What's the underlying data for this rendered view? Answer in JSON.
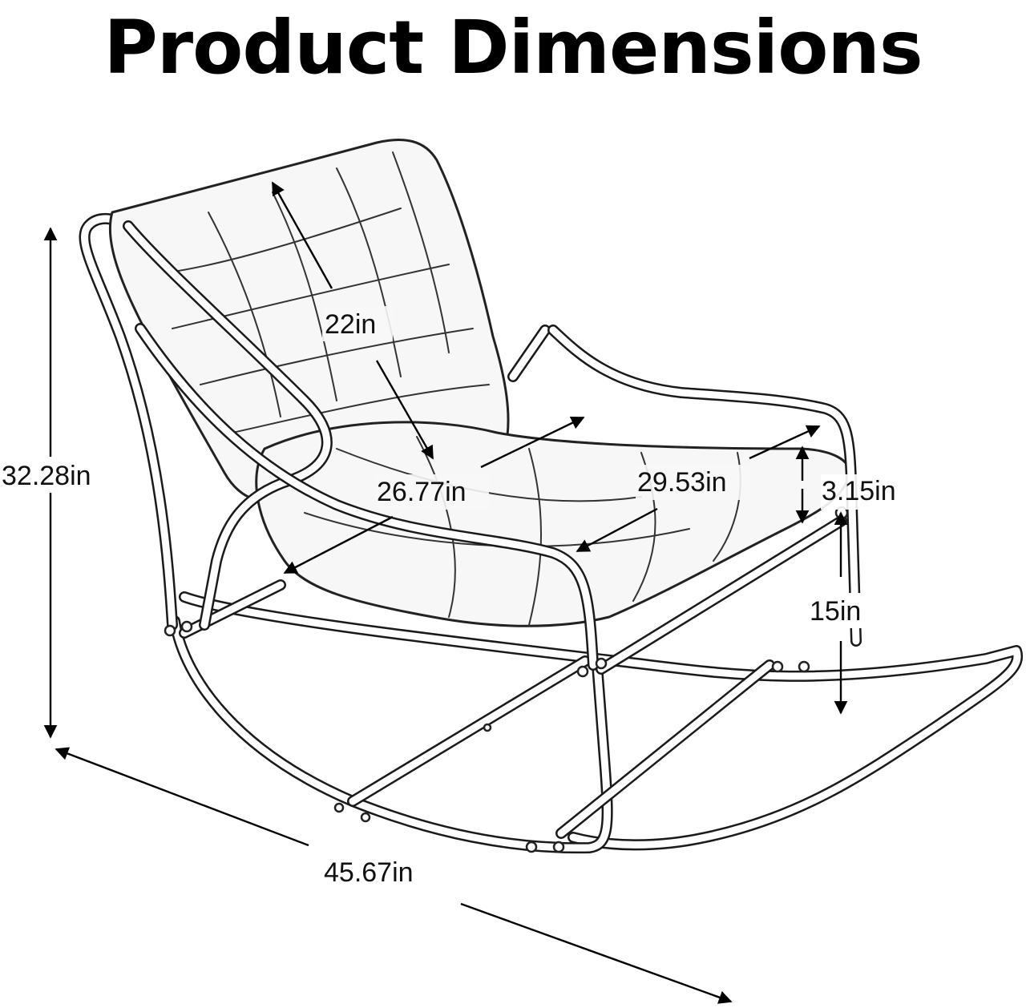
{
  "title": "Product Dimensions",
  "dimensions": {
    "total_height": "32.28in",
    "backrest_height": "22in",
    "seat_width": "26.77in",
    "seat_depth": "29.53in",
    "cushion_thickness": "3.15in",
    "seat_height": "15in",
    "total_length": "45.67in"
  },
  "icons": {
    "chair": "rocking-chair-illustration"
  },
  "colors": {
    "line": "#000000",
    "background": "#ffffff"
  }
}
